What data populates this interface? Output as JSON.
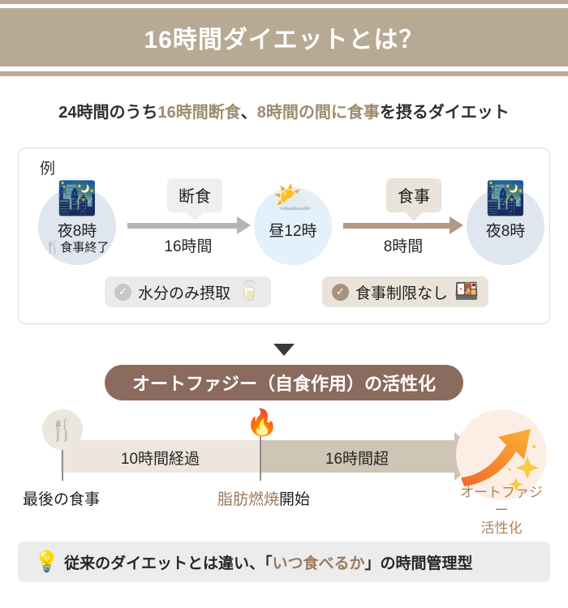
{
  "header": {
    "title": "16時間ダイエットとは？",
    "band_color": "#b7a994",
    "title_color": "#ffffff"
  },
  "subtitle": {
    "part1": "24時間のうち",
    "highlight1": "16時間断食",
    "part2": "、",
    "highlight2": "8時間の間に食事",
    "part3": "を摂るダイエット",
    "highlight_color": "#a08a6e"
  },
  "diagram": {
    "example_label": "例",
    "nodes": [
      {
        "emoji": "🌃",
        "icon_name": "night-cloud-icon",
        "line1": "夜8時",
        "line2": "🍴食事終了",
        "bg": "#dfe6ef"
      },
      {
        "emoji": "⛅",
        "icon_name": "sun-behind-cloud-icon",
        "line1": "昼12時",
        "line2": "",
        "bg": "#e4f1fa"
      },
      {
        "emoji": "🌃",
        "icon_name": "night-cloud-icon",
        "line1": "夜8時",
        "line2": "",
        "bg": "#dfe6ef"
      }
    ],
    "arrows": [
      {
        "bubble": "断食",
        "duration": "16時間",
        "color": "#b5b5b5",
        "bubble_bg": "#efefef"
      },
      {
        "bubble": "食事",
        "duration": "8時間",
        "color": "#b09a84",
        "bubble_bg": "#e9e3da"
      }
    ],
    "badges": [
      {
        "check": "✓",
        "text": "水分のみ摂取",
        "emoji": "🥛",
        "emoji_name": "glass-of-water-icon",
        "bg": "#ebebeb",
        "check_bg": "#c7c7c7"
      },
      {
        "check": "✓",
        "text": "食事制限なし",
        "emoji": "🍱",
        "emoji_name": "bento-box-icon",
        "bg": "#e9e3da",
        "check_bg": "#a89279"
      }
    ]
  },
  "banner": {
    "text": "オートファジー（自食作用）の活性化",
    "bg": "#8b6b5d",
    "text_color": "#ffffff"
  },
  "timeline": {
    "fork_emoji": "🍴",
    "fork_icon_name": "fork-and-knife-icon",
    "fire_emoji": "🔥",
    "fire_icon_name": "fire-icon",
    "segments": [
      {
        "label": "10時間経過",
        "color": "#ece6dd"
      },
      {
        "label": "16時間超",
        "color": "#cec5b5"
      }
    ],
    "captions": {
      "first": "最後の食事",
      "second_brown": "脂肪燃焼",
      "second_dark": "開始",
      "third_line1": "オートファジー",
      "third_line2": "活性化"
    },
    "end_circle_bg": "#fdeee5",
    "end_arrow_color": "#f08a3c"
  },
  "footer": {
    "bulb_emoji": "💡",
    "bulb_icon_name": "lightbulb-icon",
    "part1": "従来のダイエットとは違い、「",
    "highlight": "いつ食べるか",
    "part2": "」の時間管理型",
    "bg": "#ececec",
    "highlight_color": "#9a7a5e"
  }
}
